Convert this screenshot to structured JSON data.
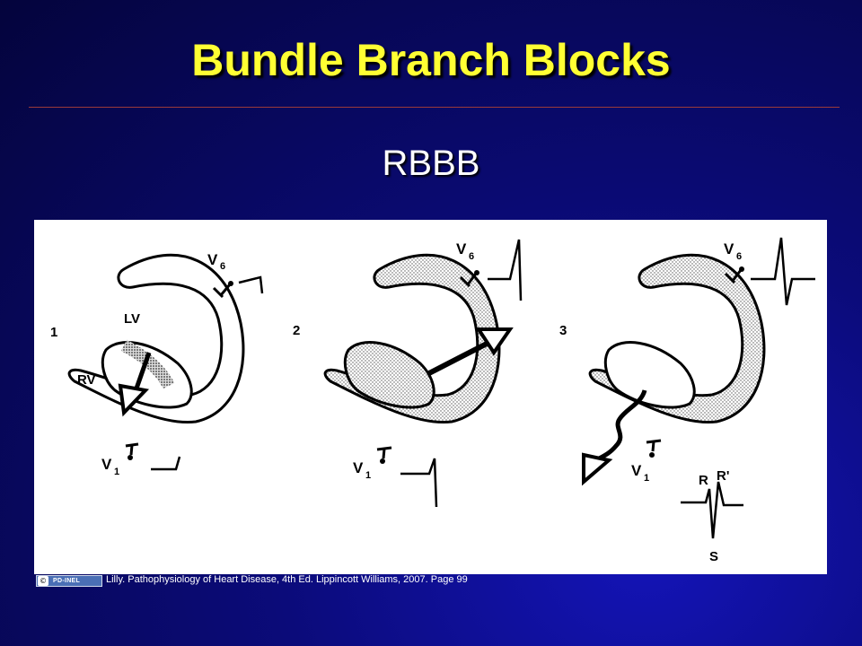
{
  "slide": {
    "title": "Bundle Branch Blocks",
    "subtitle": "RBBB",
    "citation": "Lilly. Pathophysiology of Heart Disease, 4th Ed. Lippincott Williams, 2007. Page 99",
    "license_badge": {
      "icon": "©",
      "label": "PD-INEL",
      "color": "#4a6fb5"
    },
    "title_color": "#ffff33"
  },
  "diagram": {
    "panels": [
      {
        "number": "1",
        "labels": {
          "lv": "LV",
          "rv": "RV",
          "v6": "V",
          "v6_sub": "6",
          "v1": "V",
          "v1_sub": "1"
        }
      },
      {
        "number": "2",
        "labels": {
          "v6": "V",
          "v6_sub": "6",
          "v1": "V",
          "v1_sub": "1"
        }
      },
      {
        "number": "3",
        "labels": {
          "v6": "V",
          "v6_sub": "6",
          "v1": "V",
          "v1_sub": "1",
          "r": "R",
          "r_prime": "R'",
          "s": "S"
        }
      }
    ]
  }
}
